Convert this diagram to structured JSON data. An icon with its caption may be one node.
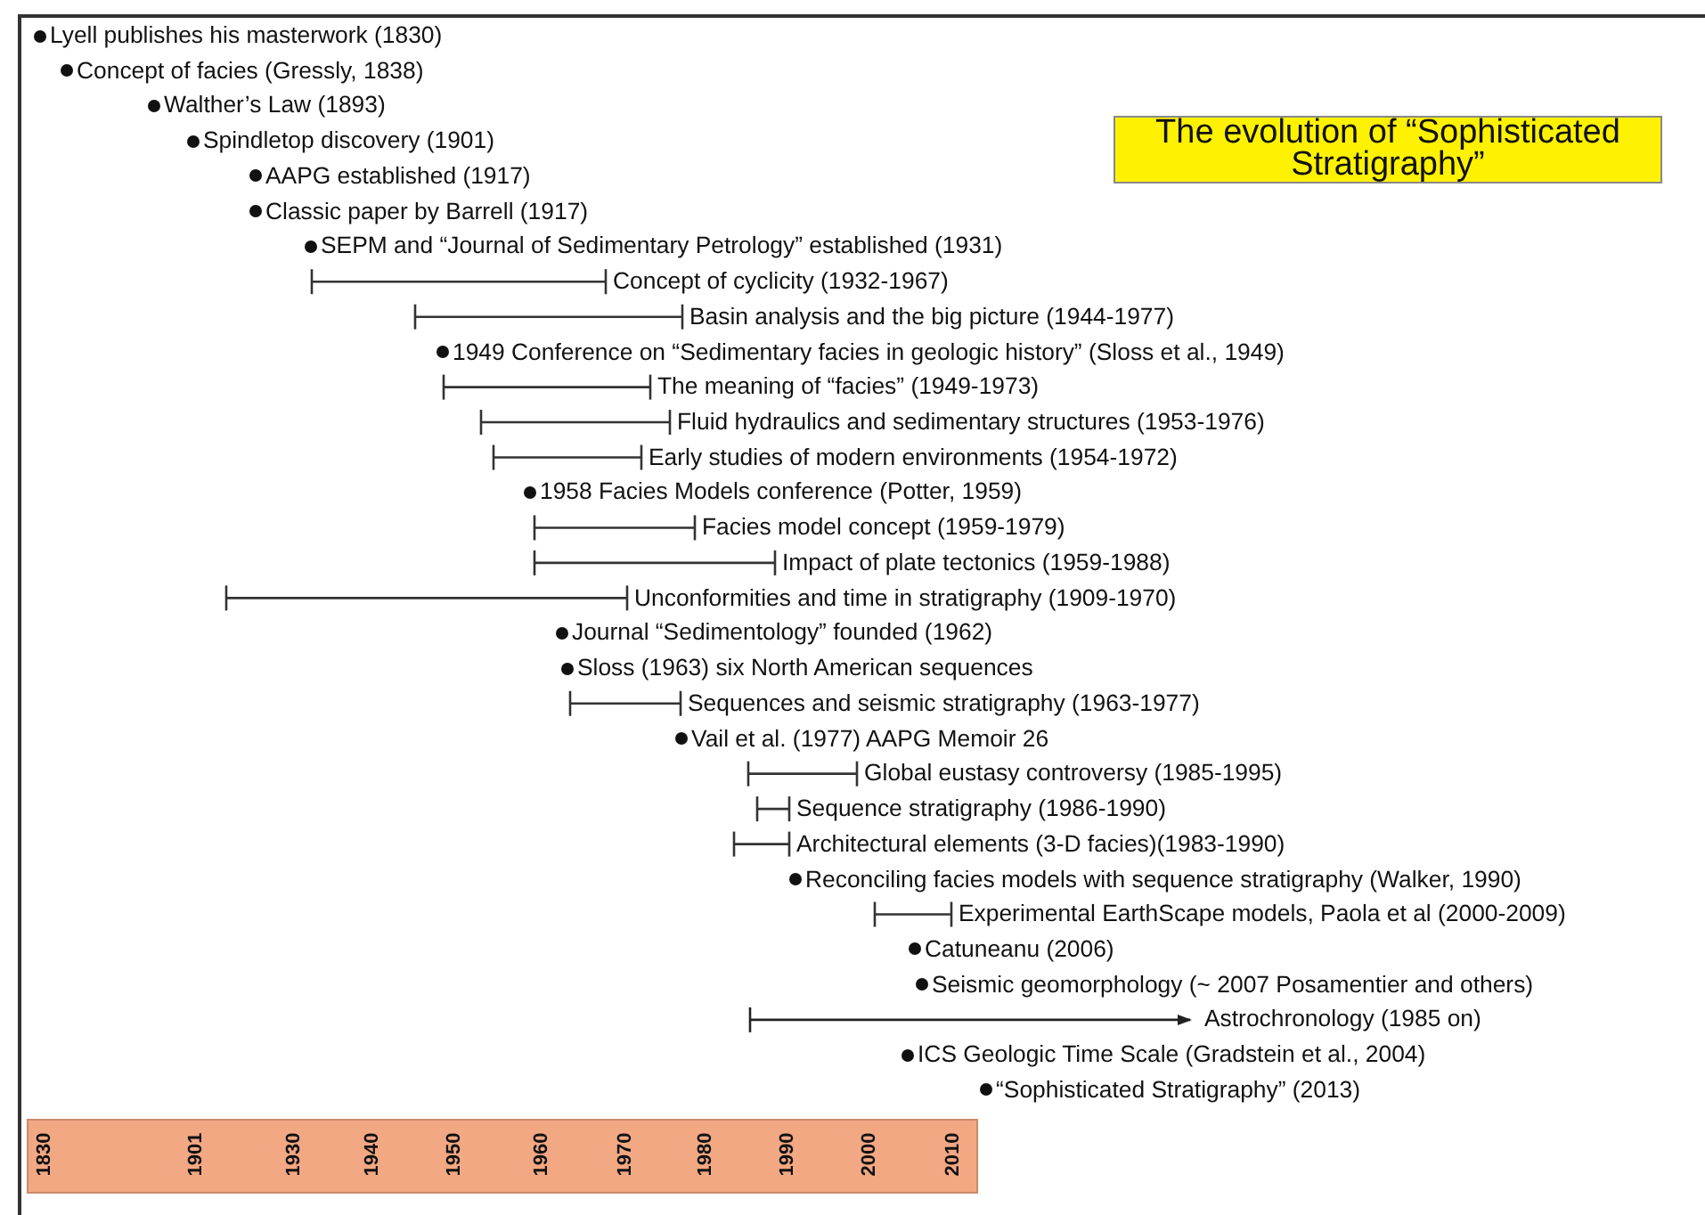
{
  "diagram": {
    "title": "The evolution of “Sophisticated Stratigraphy”",
    "labels": [
      "Lyell publishes his masterwork (1830)",
      "Concept of facies (Gressly, 1838)",
      "Walther’s Law (1893)",
      "Spindletop discovery (1901)",
      "AAPG established (1917)",
      "Classic paper by Barrell (1917)",
      "SEPM and “Journal of Sedimentary Petrology” established (1931)",
      "Concept of cyclicity (1932-1967)",
      "Basin analysis and the big picture (1944-1977)",
      "1949 Conference on “Sedimentary facies in geologic history” (Sloss et al., 1949)",
      "The meaning of “facies” (1949-1973)",
      "Fluid hydraulics and sedimentary structures (1953-1976)",
      "Early studies of modern environments (1954-1972)",
      "1958 Facies Models conference (Potter, 1959)",
      "Facies model concept (1959-1979)",
      "Impact of plate tectonics (1959-1988)",
      "Unconformities and time in stratigraphy (1909-1970)",
      "Journal “Sedimentology” founded (1962)",
      "Sloss (1963) six North American sequences",
      "Sequences and seismic stratigraphy (1963-1977)",
      "Vail et al. (1977) AAPG Memoir 26",
      "Global eustasy controversy (1985-1995)",
      "Sequence stratigraphy (1986-1990)",
      "Architectural elements (3-D facies)(1983-1990)",
      "Reconciling facies models with sequence stratigraphy (Walker, 1990)",
      "Experimental EarthScape models, Paola et al (2000-2009)",
      "Catuneanu (2006)",
      "Seismic geomorphology (~ 2007 Posamentier and others)",
      "Astrochronology (1985 on)",
      "ICS Geologic Time Scale (Gradstein et al., 2004)",
      "“Sophisticated Stratigraphy” (2013)",
      "1830",
      "1901",
      "1930",
      "1940",
      "1950",
      "1960",
      "1970",
      "1980",
      "1990",
      "2000",
      "2010"
    ]
  }
}
